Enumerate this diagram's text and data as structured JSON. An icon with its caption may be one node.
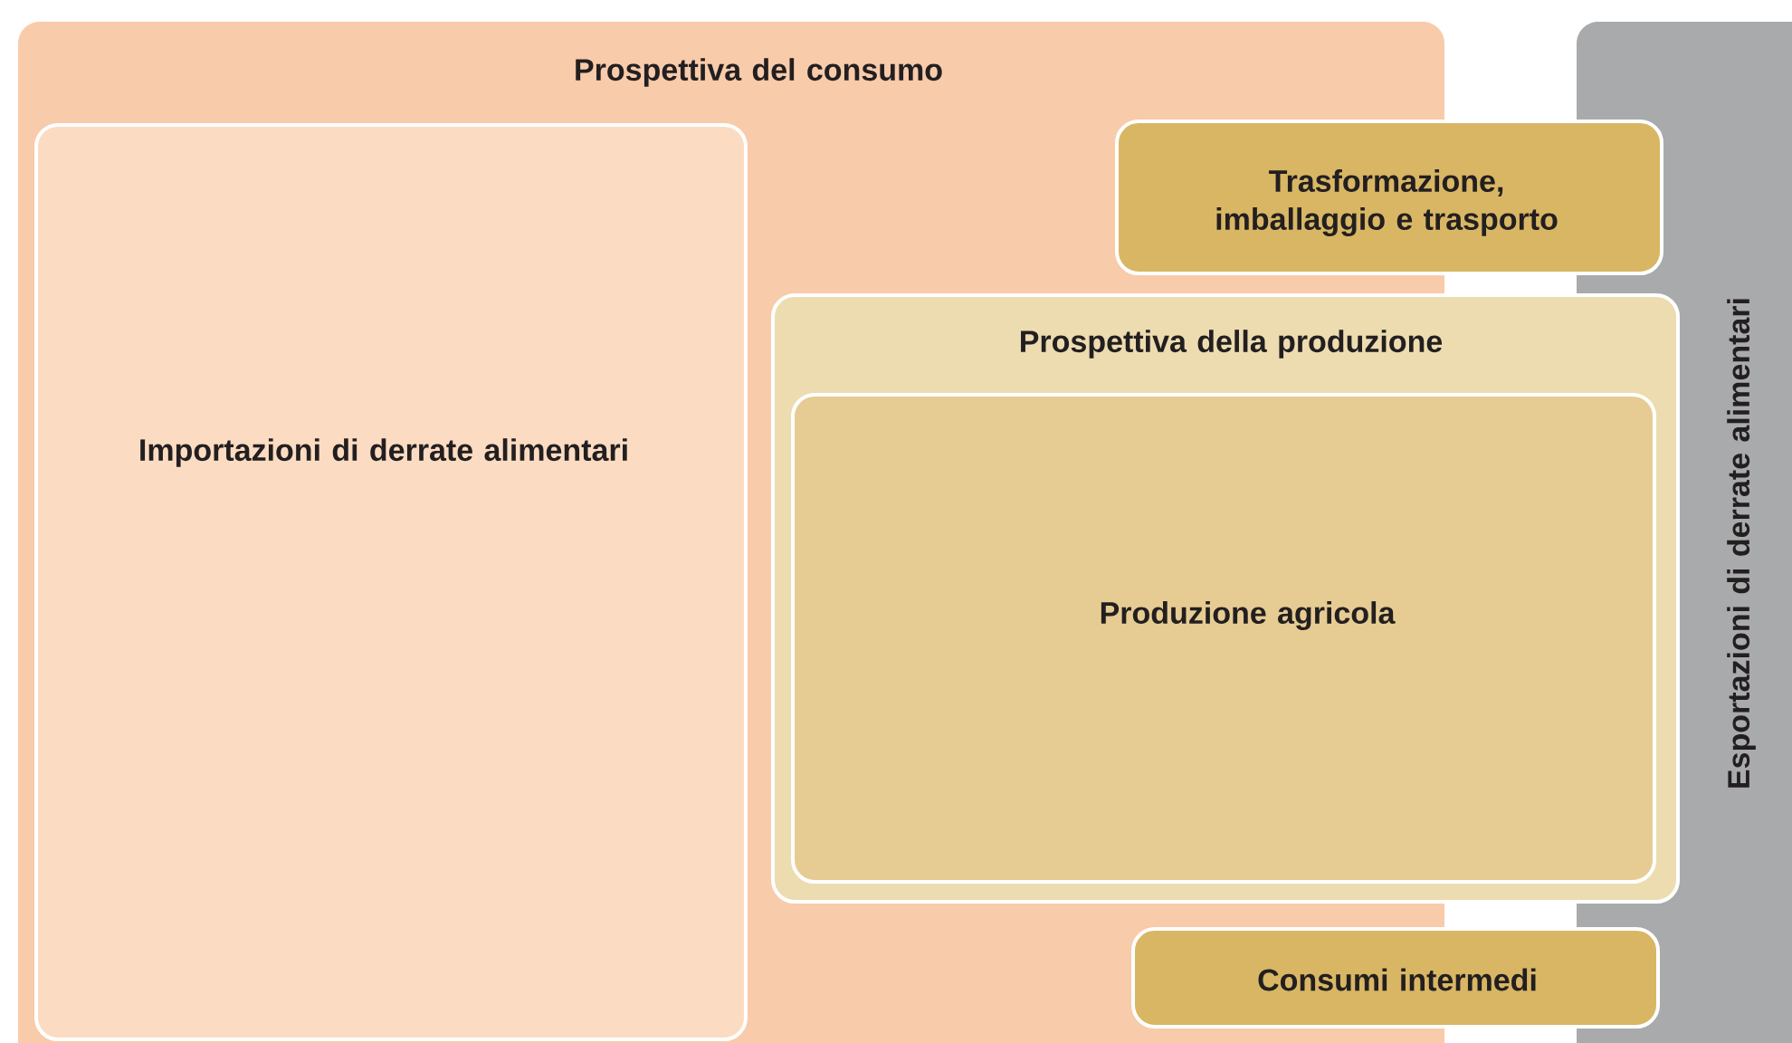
{
  "diagram": {
    "nodes": [
      {
        "text": [
          "Prospettiva del consumo"
        ]
      },
      {
        "text": [
          "Importazioni di derrate alimentari"
        ],
        "in": 0
      },
      {
        "text": [
          "Trasformazione, imballaggio e trasporto"
        ]
      },
      {
        "text": [
          "Prospettiva della produzione"
        ]
      },
      {
        "text": [
          "Produzione agricola"
        ],
        "in": 3
      },
      {
        "text": [
          "Consumi intermedi"
        ]
      },
      {
        "text": [
          "Esportazioni di derrate alimentari"
        ]
      }
    ],
    "edges": []
  }
}
